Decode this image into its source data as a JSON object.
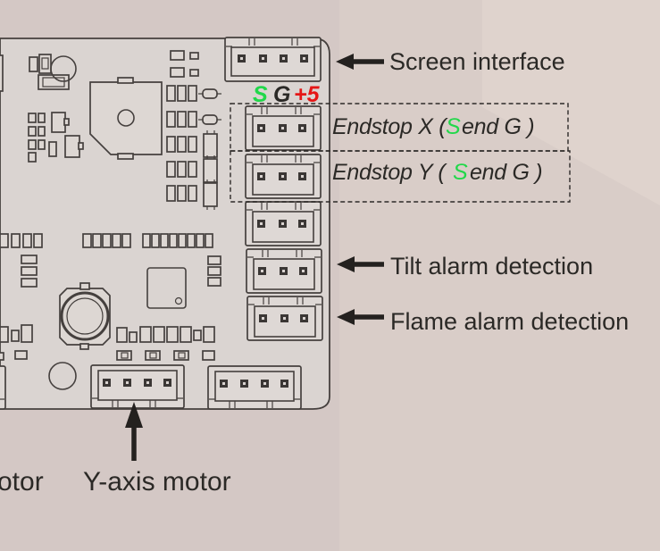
{
  "annotations": {
    "screen_interface": "Screen interface",
    "pin_labels": {
      "s": "S",
      "g": "G",
      "plus5": "+5"
    },
    "endstop_x": {
      "pre": "Endstop X (",
      "signal": "S",
      "post": "end G )"
    },
    "endstop_y": {
      "pre": "Endstop Y (",
      "signal": "S",
      "post": "end G )"
    },
    "tilt_alarm": "Tilt alarm detection",
    "flame_alarm": "Flame alarm detection",
    "x_axis_motor_partial": "otor",
    "y_axis_motor": "Y-axis motor"
  },
  "connectors": [
    {
      "label": "Screen interface",
      "pins": 4
    },
    {
      "label": "Endstop X",
      "pins": 3
    },
    {
      "label": "Endstop Y",
      "pins": 3
    },
    {
      "label": "",
      "pins": 3
    },
    {
      "label": "Tilt alarm detection",
      "pins": 3
    },
    {
      "label": "Flame alarm detection",
      "pins": 3
    },
    {
      "label": "otor",
      "pins": 4
    },
    {
      "label": "Y-axis motor",
      "pins": 4
    },
    {
      "label": "",
      "pins": 4
    }
  ],
  "colors": {
    "signal_green": "#21d84a",
    "power_red": "#e51616",
    "ink": "#2b2926"
  }
}
